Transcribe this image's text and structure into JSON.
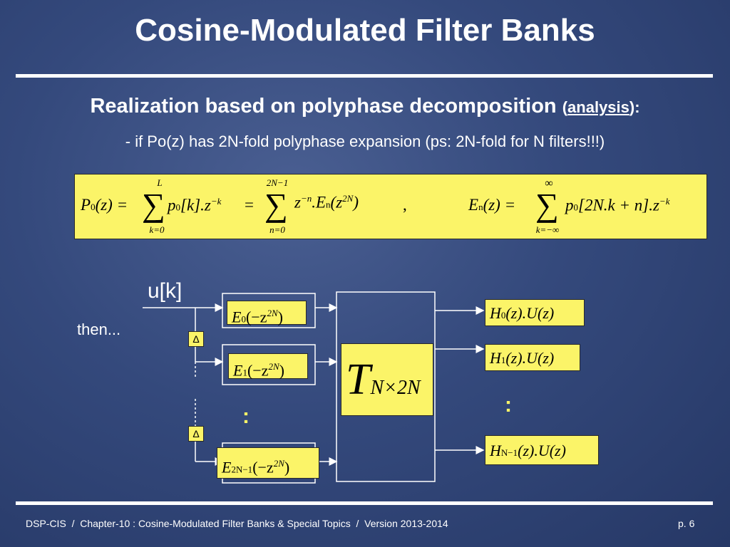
{
  "slide": {
    "title": "Cosine-Modulated Filter Banks",
    "subtitle_main": "Realization based on polyphase decomposition",
    "subtitle_paren_open": "(",
    "subtitle_link": "analysis",
    "subtitle_paren_close": "):",
    "bullet": "- if Po(z) has 2N-fold polyphase expansion (ps: 2N-fold for N filters!!!)"
  },
  "equation": {
    "lhs": "P",
    "lhs_sub": "0",
    "lhs_arg": "(z) =",
    "sum1_top": "L",
    "sum1_bottom": "k=0",
    "sum1_body": "p",
    "sum1_body_sub": "0",
    "sum1_body_rest": "[k].z",
    "sum1_sup": "−k",
    "eq2": "=",
    "sum2_top": "2N−1",
    "sum2_bottom": "n=0",
    "sum2_body": "z",
    "sum2_sup": "−n",
    "sum2_rest": ".E",
    "sum2_sub": "n",
    "sum2_arg": "(z",
    "sum2_arg_sup": "2N",
    "sum2_close": ")",
    "comma": ",",
    "rhs_lhs": "E",
    "rhs_lhs_sub": "n",
    "rhs_arg": "(z) =",
    "sum3_top": "∞",
    "sum3_bottom": "k=−∞",
    "sum3_body": "p",
    "sum3_body_sub": "0",
    "sum3_rest": "[2N.k + n].z",
    "sum3_sup": "−k",
    "sigma": "∑"
  },
  "diagram": {
    "input_label": "u[k]",
    "then_label": "then...",
    "delay_symbol": "Δ",
    "vdots": ":",
    "filters": [
      {
        "base": "E",
        "sub": "0",
        "arg": "(−z",
        "sup": "2N",
        "close": ")"
      },
      {
        "base": "E",
        "sub": "1",
        "arg": "(−z",
        "sup": "2N",
        "close": ")"
      },
      {
        "base": "E",
        "sub": "2N−1",
        "arg": "(−z",
        "sup": "2N",
        "close": ")"
      }
    ],
    "transform": {
      "base": "T",
      "sub": "N×2N"
    },
    "outputs": [
      {
        "base": "H",
        "sub": "0",
        "rest": "(z).U(z)"
      },
      {
        "base": "H",
        "sub": "1",
        "rest": "(z).U(z)"
      },
      {
        "base": "H",
        "sub": "N−1",
        "rest": "(z).U(z)"
      }
    ],
    "colors": {
      "box_fill": "#fbf468",
      "line": "#ffffff",
      "background": "#34497c"
    }
  },
  "footer": {
    "left": "DSP-CIS  /  Chapter-10 : Cosine-Modulated Filter Banks & Special Topics  /  Version 2013-2014",
    "right": "p. 6"
  }
}
